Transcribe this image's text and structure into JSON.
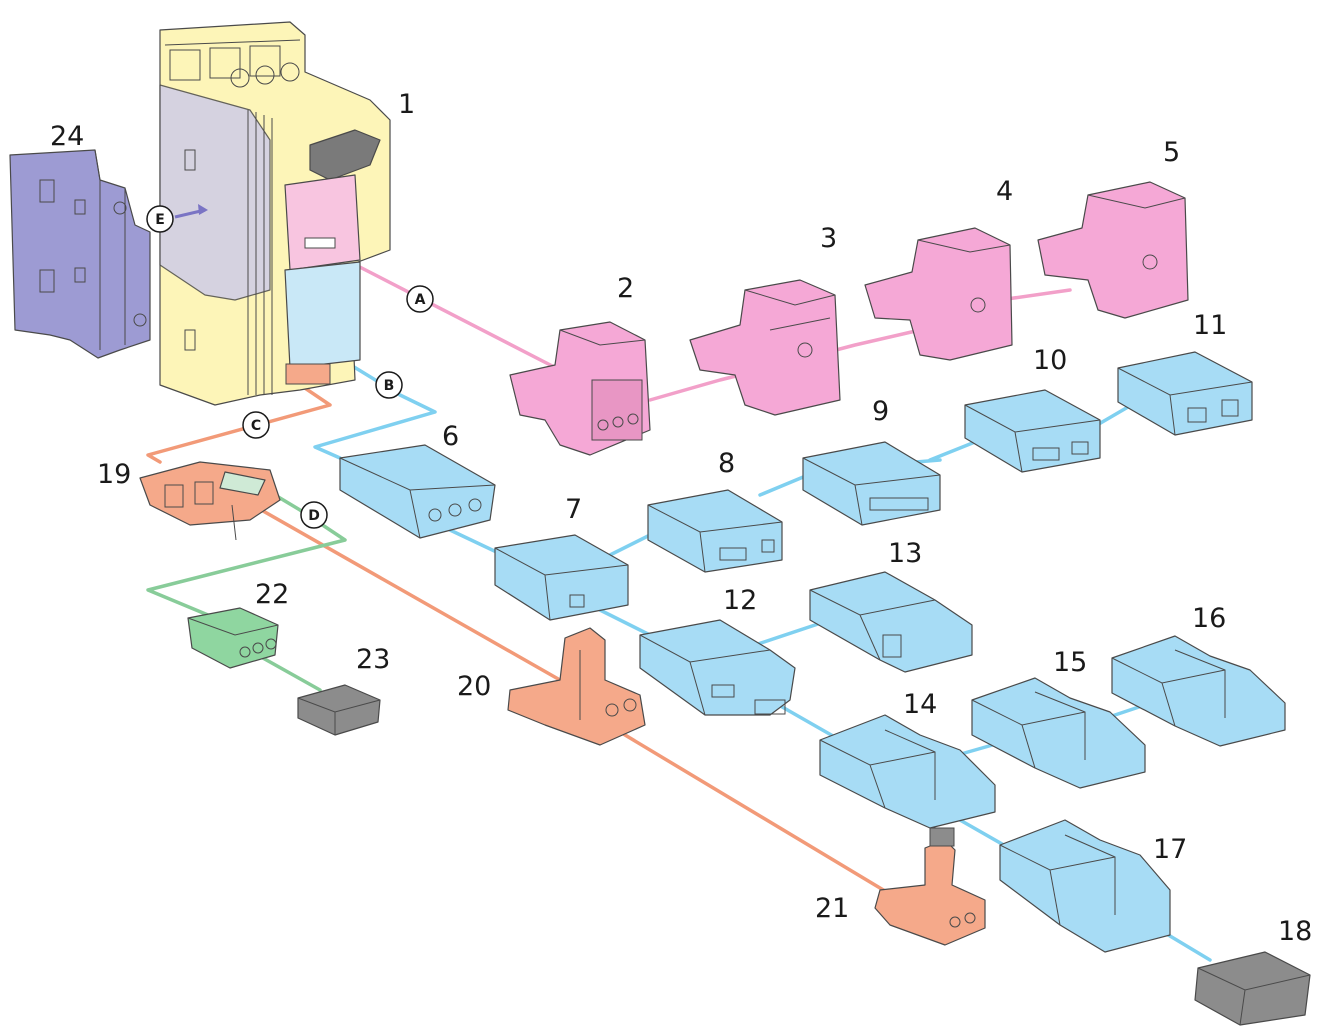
{
  "components": [
    {
      "id": "1",
      "label": "1",
      "color": "#fdf5b8"
    },
    {
      "id": "2",
      "label": "2",
      "color": "#f5a8d6"
    },
    {
      "id": "3",
      "label": "3",
      "color": "#f5a8d6"
    },
    {
      "id": "4",
      "label": "4",
      "color": "#f5a8d6"
    },
    {
      "id": "5",
      "label": "5",
      "color": "#f5a8d6"
    },
    {
      "id": "6",
      "label": "6",
      "color": "#a7dcf5"
    },
    {
      "id": "7",
      "label": "7",
      "color": "#a7dcf5"
    },
    {
      "id": "8",
      "label": "8",
      "color": "#a7dcf5"
    },
    {
      "id": "9",
      "label": "9",
      "color": "#a7dcf5"
    },
    {
      "id": "10",
      "label": "10",
      "color": "#a7dcf5"
    },
    {
      "id": "11",
      "label": "11",
      "color": "#a7dcf5"
    },
    {
      "id": "12",
      "label": "12",
      "color": "#a7dcf5"
    },
    {
      "id": "13",
      "label": "13",
      "color": "#a7dcf5"
    },
    {
      "id": "14",
      "label": "14",
      "color": "#a7dcf5"
    },
    {
      "id": "15",
      "label": "15",
      "color": "#a7dcf5"
    },
    {
      "id": "16",
      "label": "16",
      "color": "#a7dcf5"
    },
    {
      "id": "17",
      "label": "17",
      "color": "#a7dcf5"
    },
    {
      "id": "18",
      "label": "18",
      "color": "#8c8c8c"
    },
    {
      "id": "19",
      "label": "19",
      "color": "#f5a98a"
    },
    {
      "id": "20",
      "label": "20",
      "color": "#f5a98a"
    },
    {
      "id": "21",
      "label": "21",
      "color": "#f5a98a"
    },
    {
      "id": "22",
      "label": "22",
      "color": "#8fd6a0"
    },
    {
      "id": "23",
      "label": "23",
      "color": "#8c8c8c"
    },
    {
      "id": "24",
      "label": "24",
      "color": "#9d9bd3"
    }
  ],
  "connectors": [
    {
      "id": "A",
      "label": "A",
      "color": "#f2a0c9"
    },
    {
      "id": "B",
      "label": "B",
      "color": "#7fd0f0"
    },
    {
      "id": "C",
      "label": "C",
      "color": "#f29a78"
    },
    {
      "id": "D",
      "label": "D",
      "color": "#88cc99"
    },
    {
      "id": "E",
      "label": "E",
      "color": "#7a74c4"
    }
  ]
}
